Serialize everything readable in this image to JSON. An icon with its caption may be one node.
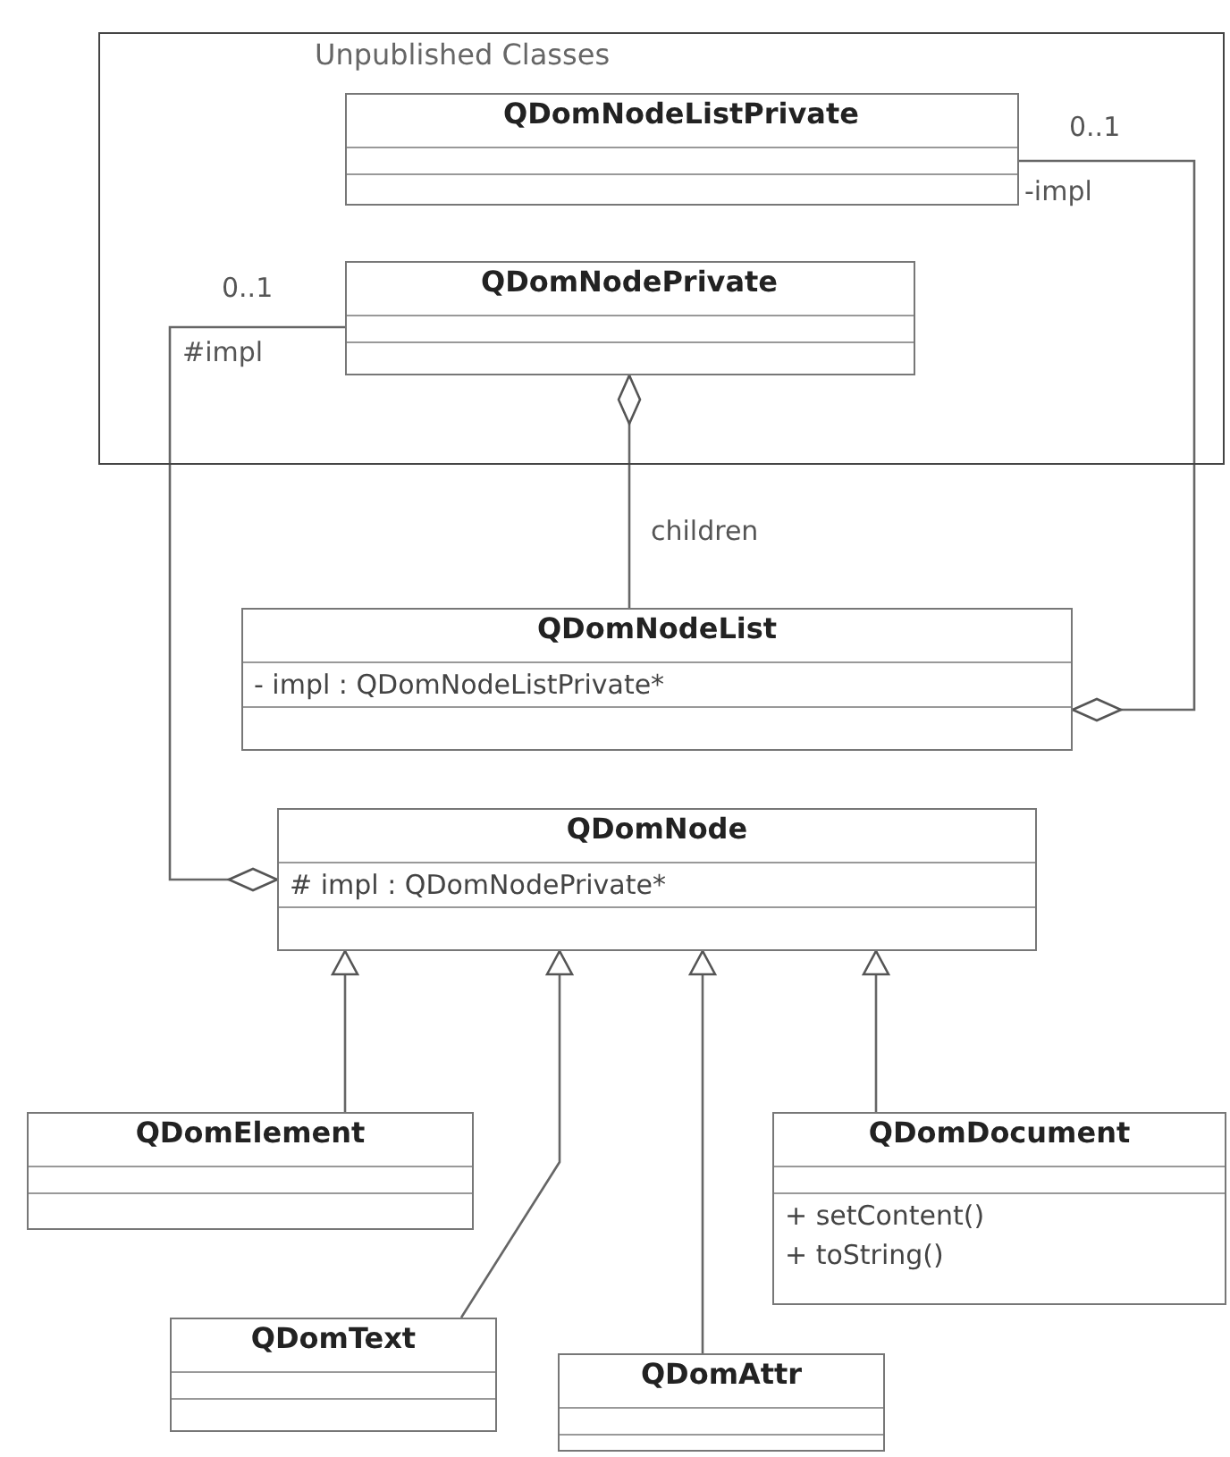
{
  "diagram": {
    "nodes": [
      {
        "text": [
          "Unpublished Classes"
        ]
      },
      {
        "text": [
          "QDomNodeListPrivate"
        ],
        "in": 0
      },
      {
        "text": [
          "QDomNodePrivate"
        ],
        "in": 0
      },
      {
        "text": [
          "QDomNodeList",
          "- impl : QDomNodeListPrivate*"
        ]
      },
      {
        "text": [
          "QDomNode",
          "# impl : QDomNodePrivate*"
        ]
      },
      {
        "text": [
          "QDomElement"
        ]
      },
      {
        "text": [
          "QDomDocument",
          "+ setContent()",
          "+ toString()"
        ]
      },
      {
        "text": [
          "QDomText"
        ]
      },
      {
        "text": [
          "QDomAttr"
        ]
      }
    ],
    "edges": [
      {
        "from": 3,
        "to": 1,
        "arrow": "other"
      },
      {
        "from": 2,
        "to": 3,
        "arrow": "other",
        "label": "children"
      },
      {
        "from": 4,
        "to": 2,
        "arrow": "other"
      },
      {
        "from": 5,
        "to": 4,
        "arrow": "to"
      },
      {
        "from": 7,
        "to": 4,
        "arrow": "to"
      },
      {
        "from": 8,
        "to": 4,
        "arrow": "to"
      },
      {
        "from": 6,
        "to": 4,
        "arrow": "to"
      }
    ],
    "labels": [
      "0..1",
      "-impl",
      "0..1",
      "#impl"
    ]
  }
}
